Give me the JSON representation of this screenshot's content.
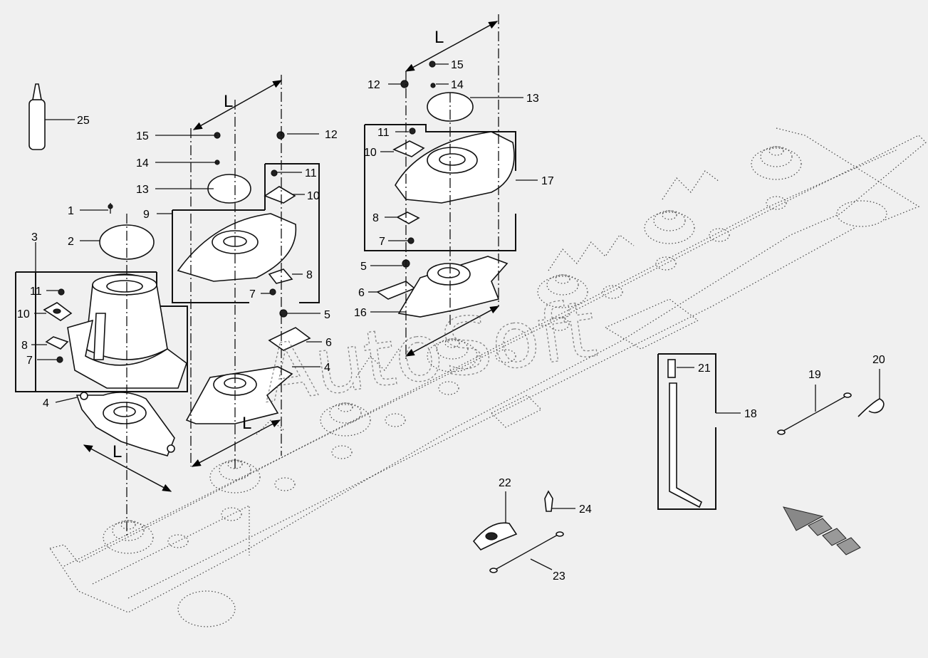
{
  "watermark": "AutoSoft",
  "dimension_label": "L",
  "callouts": [
    {
      "id": "c25",
      "text": "25"
    },
    {
      "id": "c15a",
      "text": "15"
    },
    {
      "id": "c14a",
      "text": "14"
    },
    {
      "id": "c13a",
      "text": "13"
    },
    {
      "id": "c12a",
      "text": "12"
    },
    {
      "id": "c11a",
      "text": "11"
    },
    {
      "id": "c10a",
      "text": "10"
    },
    {
      "id": "c9",
      "text": "9"
    },
    {
      "id": "c8a",
      "text": "8"
    },
    {
      "id": "c7a",
      "text": "7"
    },
    {
      "id": "c5a",
      "text": "5"
    },
    {
      "id": "c6a",
      "text": "6"
    },
    {
      "id": "c4a",
      "text": "4"
    },
    {
      "id": "c1",
      "text": "1"
    },
    {
      "id": "c2",
      "text": "2"
    },
    {
      "id": "c3",
      "text": "3"
    },
    {
      "id": "c11b",
      "text": "11"
    },
    {
      "id": "c10b",
      "text": "10"
    },
    {
      "id": "c8b",
      "text": "8"
    },
    {
      "id": "c7b",
      "text": "7"
    },
    {
      "id": "c4b",
      "text": "4"
    },
    {
      "id": "c12b",
      "text": "12"
    },
    {
      "id": "c15b",
      "text": "15"
    },
    {
      "id": "c14b",
      "text": "14"
    },
    {
      "id": "c13b",
      "text": "13"
    },
    {
      "id": "c11c",
      "text": "11"
    },
    {
      "id": "c10c",
      "text": "10"
    },
    {
      "id": "c17",
      "text": "17"
    },
    {
      "id": "c8c",
      "text": "8"
    },
    {
      "id": "c7c",
      "text": "7"
    },
    {
      "id": "c5b",
      "text": "5"
    },
    {
      "id": "c6b",
      "text": "6"
    },
    {
      "id": "c16",
      "text": "16"
    },
    {
      "id": "c21",
      "text": "21"
    },
    {
      "id": "c18",
      "text": "18"
    },
    {
      "id": "c19",
      "text": "19"
    },
    {
      "id": "c20",
      "text": "20"
    },
    {
      "id": "c22",
      "text": "22"
    },
    {
      "id": "c24",
      "text": "24"
    },
    {
      "id": "c23",
      "text": "23"
    }
  ]
}
